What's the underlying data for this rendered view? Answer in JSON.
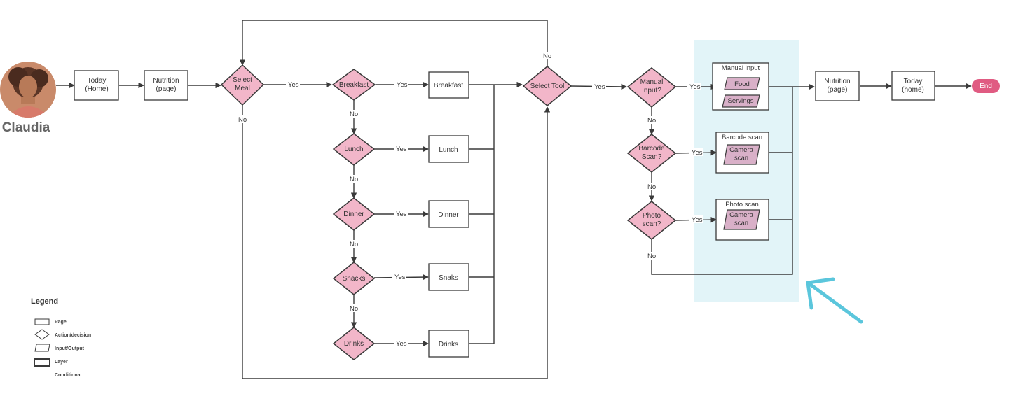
{
  "persona": {
    "name": "Claudia",
    "avatar_icon": "person-avatar-icon"
  },
  "pages": {
    "today_home_1": "Today\n(Home)",
    "nutrition_1": "Nutrition\n(page)",
    "breakfast": "Breakfast",
    "lunch": "Lunch",
    "dinner": "Dinner",
    "snacks": "Snaks",
    "drinks": "Drinks",
    "nutrition_2": "Nutrition\n(page)",
    "today_home_2": "Today\n(home)"
  },
  "decisions": {
    "select_meal": "Select\nMeal",
    "breakfast_q": "Breakfast",
    "lunch_q": "Lunch",
    "dinner_q": "Dinner",
    "snacks_q": "Snacks",
    "drinks_q": "Drinks",
    "select_tool": "Select Tool",
    "manual_input_q": "Manual\nInput?",
    "barcode_scan_q": "Barcode\nScan?",
    "photo_scan_q": "Photo\nscan?"
  },
  "layers": {
    "manual_input": {
      "title": "Manual input",
      "items": [
        "Food",
        "Servings"
      ]
    },
    "barcode_scan": {
      "title": "Barcode scan",
      "items": [
        "Camera\nscan"
      ]
    },
    "photo_scan": {
      "title": "Photo scan",
      "items": [
        "Camera\nscan"
      ]
    }
  },
  "edge_labels": {
    "yes": "Yes",
    "no": "No"
  },
  "end": {
    "label": "End"
  },
  "legend": {
    "title": "Legend",
    "items": [
      "Page",
      "Action/decision",
      "Input/Output",
      "Layer",
      "Conditional"
    ]
  },
  "colors": {
    "decision_fill": "#f2b6c9",
    "io_fill": "#d9b0c8",
    "highlight": "#e2f4f8",
    "arrow_accent": "#5bc6dc",
    "end_fill": "#e05b82"
  }
}
